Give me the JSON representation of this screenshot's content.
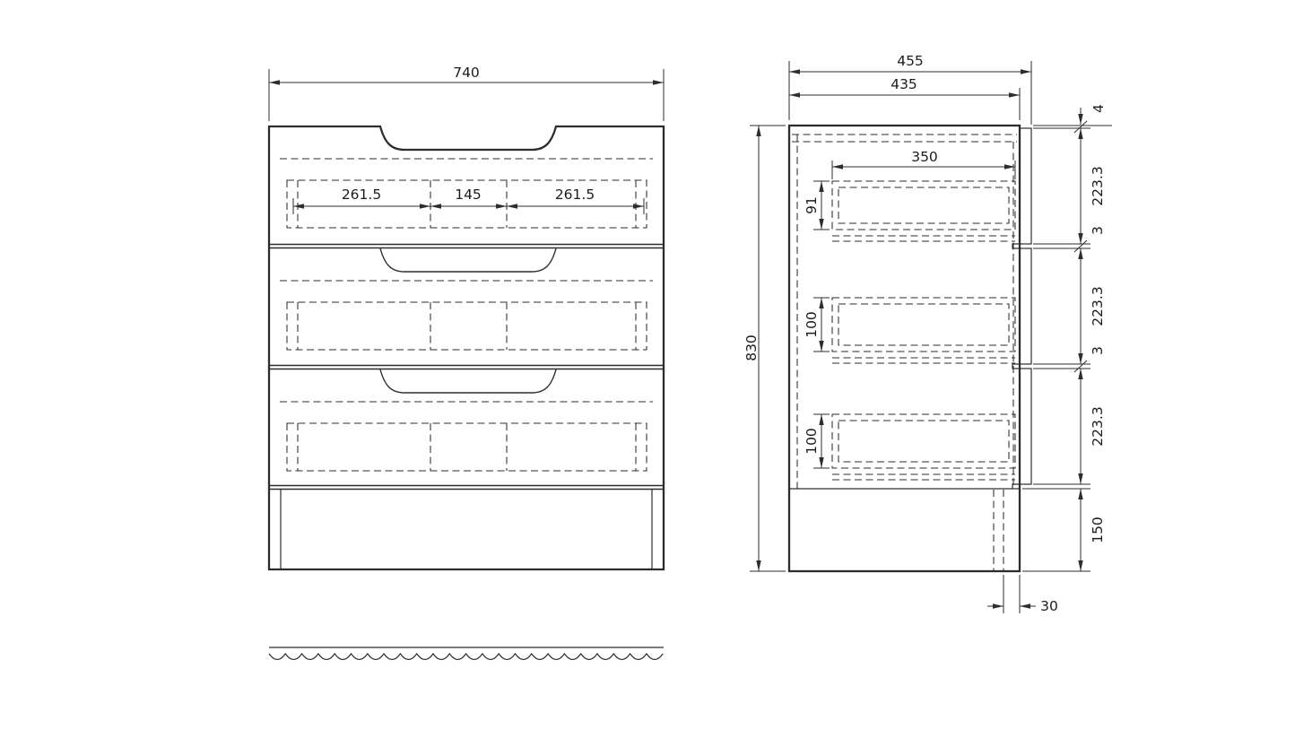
{
  "colors": {
    "line": "#2d2d2d",
    "background": "#ffffff"
  },
  "front_view": {
    "overall_width": "740",
    "drawer_chain": [
      "261.5",
      "145",
      "261.5"
    ]
  },
  "side_view": {
    "overall_depth": "455",
    "carcass_depth": "435",
    "overall_height": "830",
    "drawer_depth": "350",
    "box_heights": [
      "91",
      "100",
      "100"
    ],
    "top_gap": "4",
    "front_heights": [
      "223.3",
      "223.3",
      "223.3"
    ],
    "front_gaps": [
      "3",
      "3"
    ],
    "plinth_height": "150",
    "plinth_recess": "30"
  }
}
